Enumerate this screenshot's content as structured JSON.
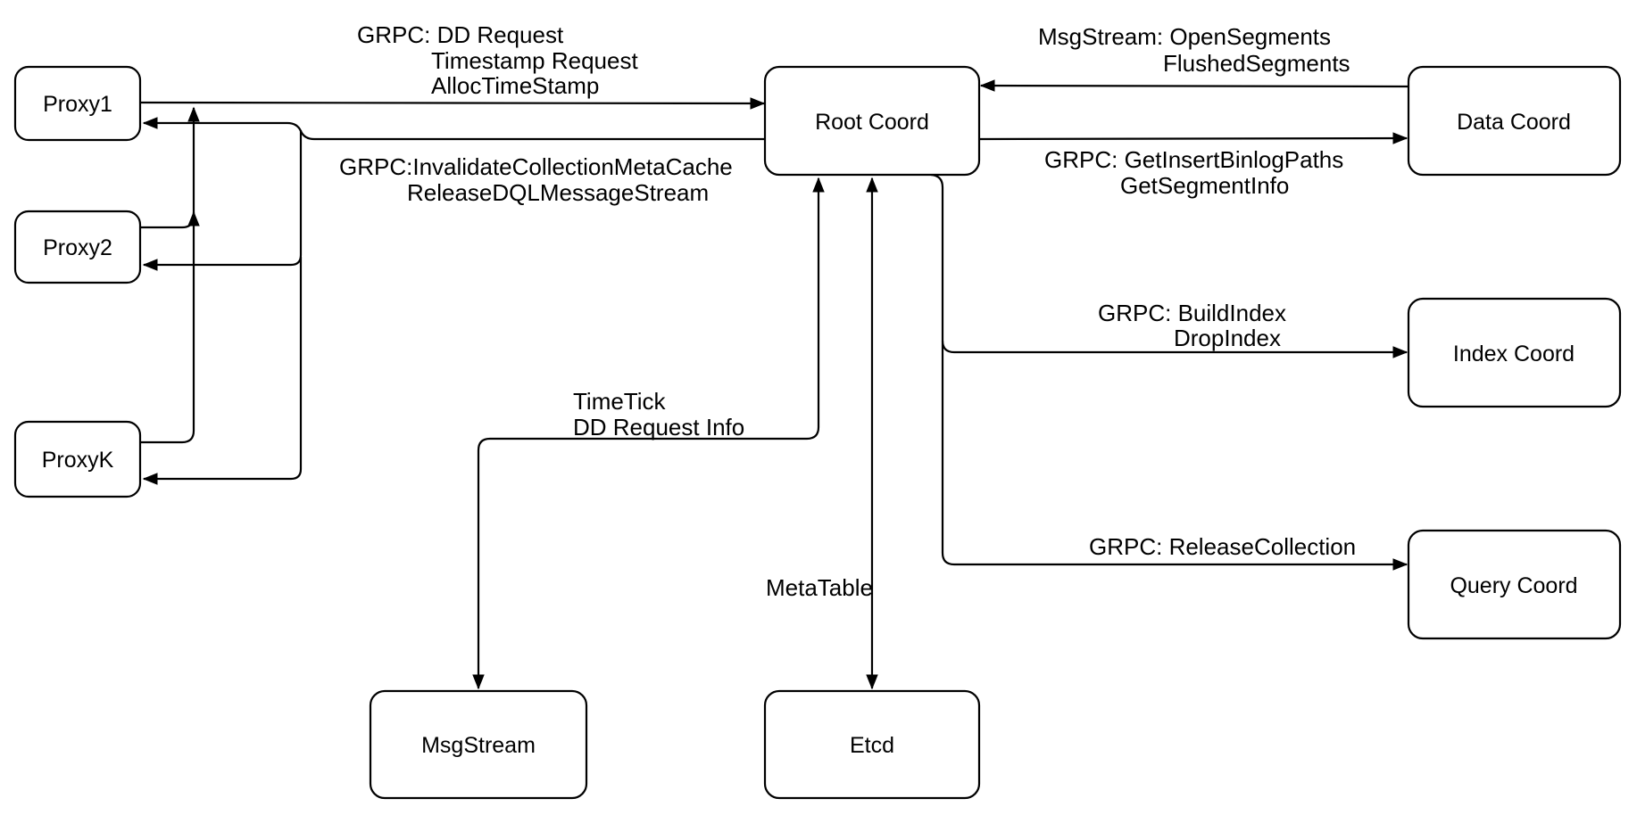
{
  "diagram": {
    "title": "Root Coord architecture diagram",
    "colors": {
      "stroke": "#000000",
      "node_fill": "#ffffff",
      "background": "#ffffff"
    },
    "nodes": {
      "proxy1": {
        "label": "Proxy1"
      },
      "proxy2": {
        "label": "Proxy2"
      },
      "proxyk": {
        "label": "ProxyK"
      },
      "root_coord": {
        "label": "Root Coord"
      },
      "data_coord": {
        "label": "Data Coord"
      },
      "index_coord": {
        "label": "Index Coord"
      },
      "query_coord": {
        "label": "Query Coord"
      },
      "msgstream": {
        "label": "MsgStream"
      },
      "etcd": {
        "label": "Etcd"
      }
    },
    "edge_labels": {
      "proxy_to_root": {
        "line1": "GRPC: DD Request",
        "line2": "Timestamp Request",
        "line3": "AllocTimeStamp"
      },
      "data_to_root": {
        "line1": "MsgStream: OpenSegments",
        "line2": "FlushedSegments"
      },
      "root_to_proxy": {
        "line1": "GRPC:InvalidateCollectionMetaCache",
        "line2": "ReleaseDQLMessageStream"
      },
      "root_to_data": {
        "line1": "GRPC: GetInsertBinlogPaths",
        "line2": "GetSegmentInfo"
      },
      "root_to_index": {
        "line1": "GRPC: BuildIndex",
        "line2": "DropIndex"
      },
      "root_to_query": {
        "line1": "GRPC: ReleaseCollection"
      },
      "root_to_msgstream": {
        "line1": "TimeTick",
        "line2": "DD Request Info"
      },
      "root_to_etcd": {
        "line1": "MetaTable"
      }
    }
  }
}
